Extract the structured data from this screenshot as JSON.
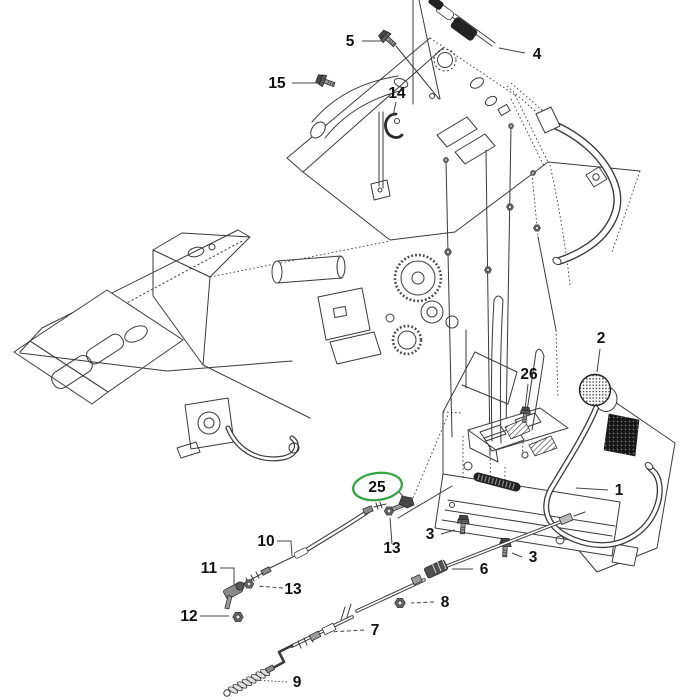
{
  "diagram": {
    "kind": "exploded-parts-diagram",
    "colors": {
      "background": "#ffffff",
      "line": "#3a3a3a",
      "label": "#111111",
      "highlight": "#36a344",
      "dark_fill": "#1a1a1a"
    },
    "highlight": {
      "label": "25",
      "shape": "ellipse",
      "color": "#36a344"
    },
    "callouts": [
      {
        "label": "15"
      },
      {
        "label": "5"
      },
      {
        "label": "4"
      },
      {
        "label": "14"
      },
      {
        "label": "2"
      },
      {
        "label": "26"
      },
      {
        "label": "25",
        "highlighted": true
      },
      {
        "label": "1"
      },
      {
        "label": "3"
      },
      {
        "label": "10"
      },
      {
        "label": "13"
      },
      {
        "label": "3"
      },
      {
        "label": "11"
      },
      {
        "label": "6"
      },
      {
        "label": "13"
      },
      {
        "label": "8"
      },
      {
        "label": "12"
      },
      {
        "label": "7"
      },
      {
        "label": "9"
      }
    ]
  }
}
